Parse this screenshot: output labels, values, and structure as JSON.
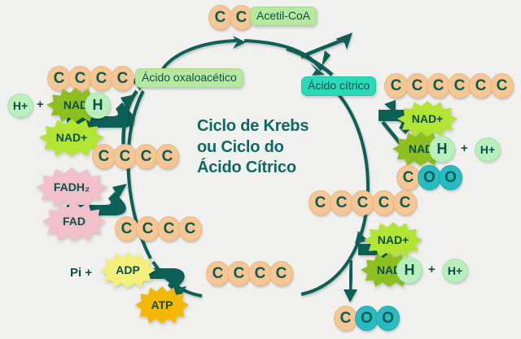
{
  "diagram": {
    "title_lines": [
      "Ciclo de Krebs",
      "ou Ciclo do",
      "Ácido Cítrico"
    ],
    "background_color": "#f0f0ee",
    "arrow_color": "#0e6057",
    "carbon_color": "#f6c795",
    "oxygen_color": "#28bcc2",
    "letter_color": "#0a5c52"
  },
  "molecules": {
    "acetil_coa": {
      "label": "Acetil-CoA",
      "carbons": [
        "C",
        "C"
      ],
      "label_color": "#b6e8a0"
    },
    "acido_oxaloacetico": {
      "label": "Ácido oxaloacético",
      "carbons": [
        "C",
        "C",
        "C",
        "C"
      ],
      "label_color": "#b6e8a0"
    },
    "acido_citrico": {
      "label": "Ácido cítrico",
      "carbons": [
        "C",
        "C",
        "C",
        "C",
        "C",
        "C"
      ],
      "label_color": "#2ad9b8"
    },
    "five_carbon": {
      "carbons": [
        "C",
        "C",
        "C",
        "C",
        "C"
      ]
    },
    "four_carbon_left_upper": {
      "carbons": [
        "C",
        "C",
        "C",
        "C"
      ]
    },
    "four_carbon_left_lower": {
      "carbons": [
        "C",
        "C",
        "C",
        "C"
      ]
    },
    "four_carbon_bottom": {
      "carbons": [
        "C",
        "C",
        "C",
        "C"
      ]
    },
    "co2_right": {
      "atoms": [
        "C",
        "O",
        "O"
      ]
    },
    "co2_bottom": {
      "atoms": [
        "C",
        "O",
        "O"
      ]
    }
  },
  "cofactors": {
    "nad_plus_left": {
      "text": "NAD+",
      "color": "#b2e533"
    },
    "nadh_left": {
      "text": "NAD",
      "h": "H",
      "color": "#8dbf21"
    },
    "h_plus_left": {
      "text": "H+"
    },
    "plus_left": "+",
    "fadh2": {
      "text": "FADH₂",
      "color": "#f2c0cb"
    },
    "fad": {
      "text": "FAD",
      "color": "#f2c0cb"
    },
    "pi_text": "Pi  +",
    "adp": {
      "text": "ADP",
      "color": "#f4ef7a"
    },
    "atp": {
      "text": "ATP",
      "color": "#f5b800"
    },
    "nad_plus_right_upper": {
      "text": "NAD+",
      "color": "#b2e533"
    },
    "nadh_right_upper": {
      "text": "NAD",
      "h": "H",
      "color": "#8dbf21"
    },
    "h_plus_right_upper": {
      "text": "H+"
    },
    "plus_right_upper": "+",
    "nad_plus_right_lower": {
      "text": "NAD+",
      "color": "#b2e533"
    },
    "nadh_right_lower": {
      "text": "NAD",
      "h": "H",
      "color": "#8dbf21"
    },
    "h_plus_right_lower": {
      "text": "H+"
    },
    "plus_right_lower": "+"
  }
}
